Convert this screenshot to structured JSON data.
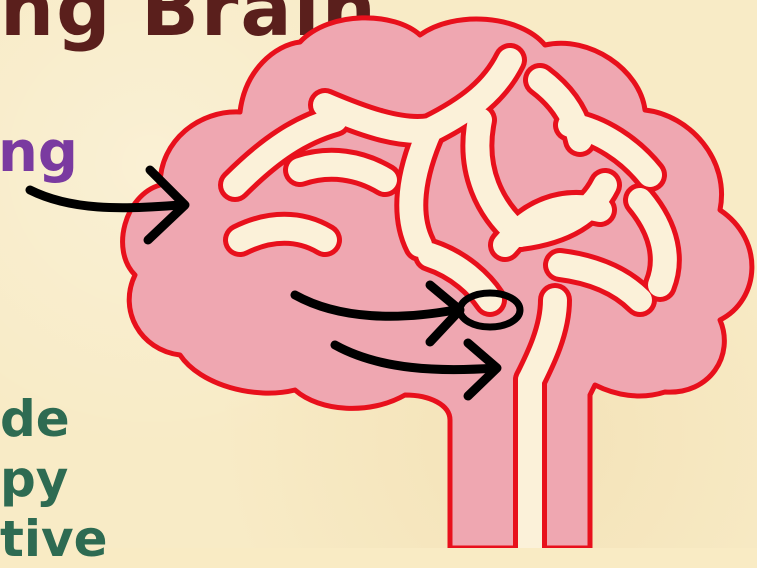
{
  "title": "ng Brain",
  "labels": {
    "purple": "ng",
    "green": [
      "de",
      "py",
      "tive"
    ]
  },
  "colors": {
    "background": "#f8ebc6",
    "brain_fill": "#efa7b1",
    "brain_outline": "#e8101c",
    "fold_fill": "#fbf1d9",
    "arrow": "#000000",
    "title": "#5a1f1c",
    "purple_text": "#7a3aa0",
    "green_text": "#2e6b52"
  }
}
